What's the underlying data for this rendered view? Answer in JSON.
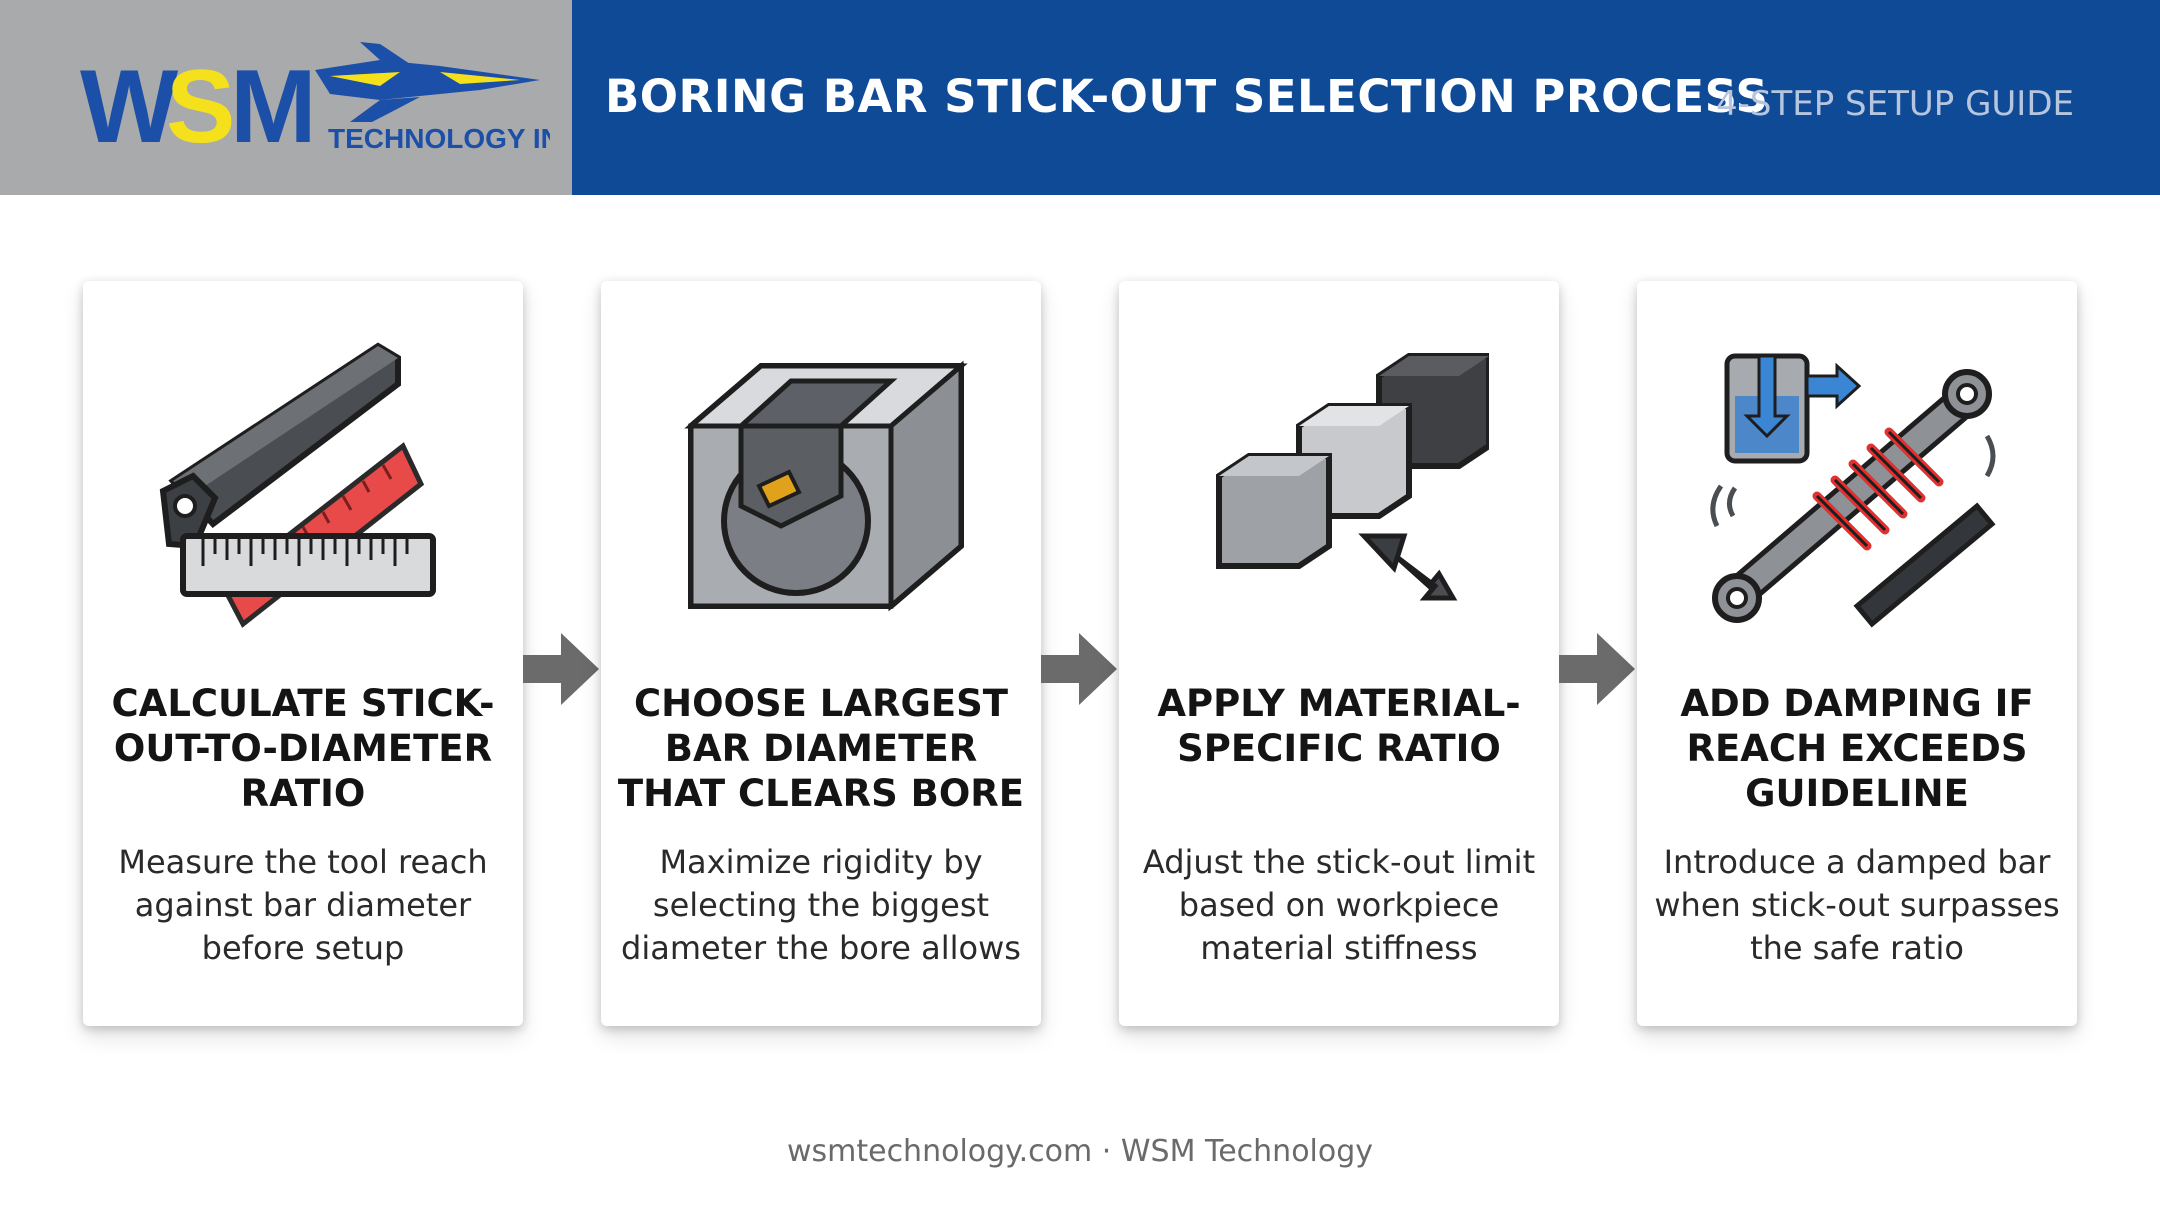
{
  "header": {
    "logo_letters": "WSM",
    "logo_tagline": "TECHNOLOGY INC.",
    "title": "BORING BAR STICK-OUT SELECTION PROCESS",
    "subtitle": "4-STEP SETUP GUIDE",
    "colors": {
      "logo_panel": "#a9aaac",
      "title_panel": "#0e4a96",
      "logo_blue": "#1b4fa8",
      "logo_yellow": "#f5e11b"
    }
  },
  "steps": [
    {
      "title": "CALCULATE STICK-OUT-TO-DIAMETER RATIO",
      "description": "Measure the tool reach against bar diameter before setup",
      "icon": "boring-bar-ruler-icon"
    },
    {
      "title": "CHOOSE LARGEST BAR DIAMETER THAT CLEARS BORE",
      "description": "Maximize rigidity by selecting the biggest diameter the bore allows",
      "icon": "bar-in-bore-icon"
    },
    {
      "title": "APPLY MATERIAL-SPECIFIC RATIO",
      "description": "Adjust the stick-out limit based on workpiece material stiffness",
      "icon": "material-blocks-icon"
    },
    {
      "title": "ADD DAMPING IF REACH EXCEEDS GUIDELINE",
      "description": "Introduce a damped bar when stick-out surpasses the safe ratio",
      "icon": "damper-spring-icon"
    }
  ],
  "footer": {
    "text": "wsmtechnology.com · WSM Technology"
  }
}
